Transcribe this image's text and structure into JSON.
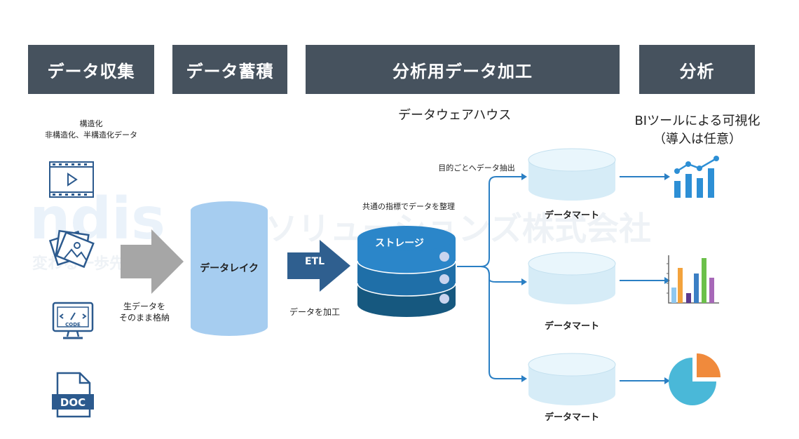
{
  "headers": {
    "collect": "データ収集",
    "store": "データ蓄積",
    "process": "分析用データ加工",
    "analyze": "分析"
  },
  "labels": {
    "warehouse": "データウェアハウス",
    "bi_line1": "BIツールによる可視化",
    "bi_line2": "（導入は任意）",
    "structure_line1": "構造化",
    "structure_line2": "非構造化、半構造化データ",
    "raw_line1": "生データを",
    "raw_line2": "そのまま格納",
    "data_lake": "データレイク",
    "etl": "ETL",
    "process_data": "データを加工",
    "organize": "共通の指標でデータを整理",
    "storage": "ストレージ",
    "extract": "目的ごとへデータ抽出",
    "mart1": "データマート",
    "mart2": "データマート",
    "mart3": "データマート",
    "code_icon_text": "CODE",
    "doc_icon_text": "DOC"
  },
  "watermark": {
    "logo": "ndis",
    "company": "NDIソリューションズ株式会社",
    "tagline": "変わる一歩先を。"
  },
  "colors": {
    "header_bg": "#46525e",
    "lake": "#a6cdf0",
    "storage_top": "#2b86c9",
    "storage_mid": "#1f6fa8",
    "storage_bot": "#16587f",
    "mart": "#d6ecf7",
    "arrow_blue": "#2a7fc4",
    "icon_navy": "#2c5a8e",
    "etl_arrow": "#2f5f8f",
    "gray_arrow": "#a6a6a6",
    "pie_blue": "#4ab8d8",
    "pie_orange": "#f08a3c"
  }
}
